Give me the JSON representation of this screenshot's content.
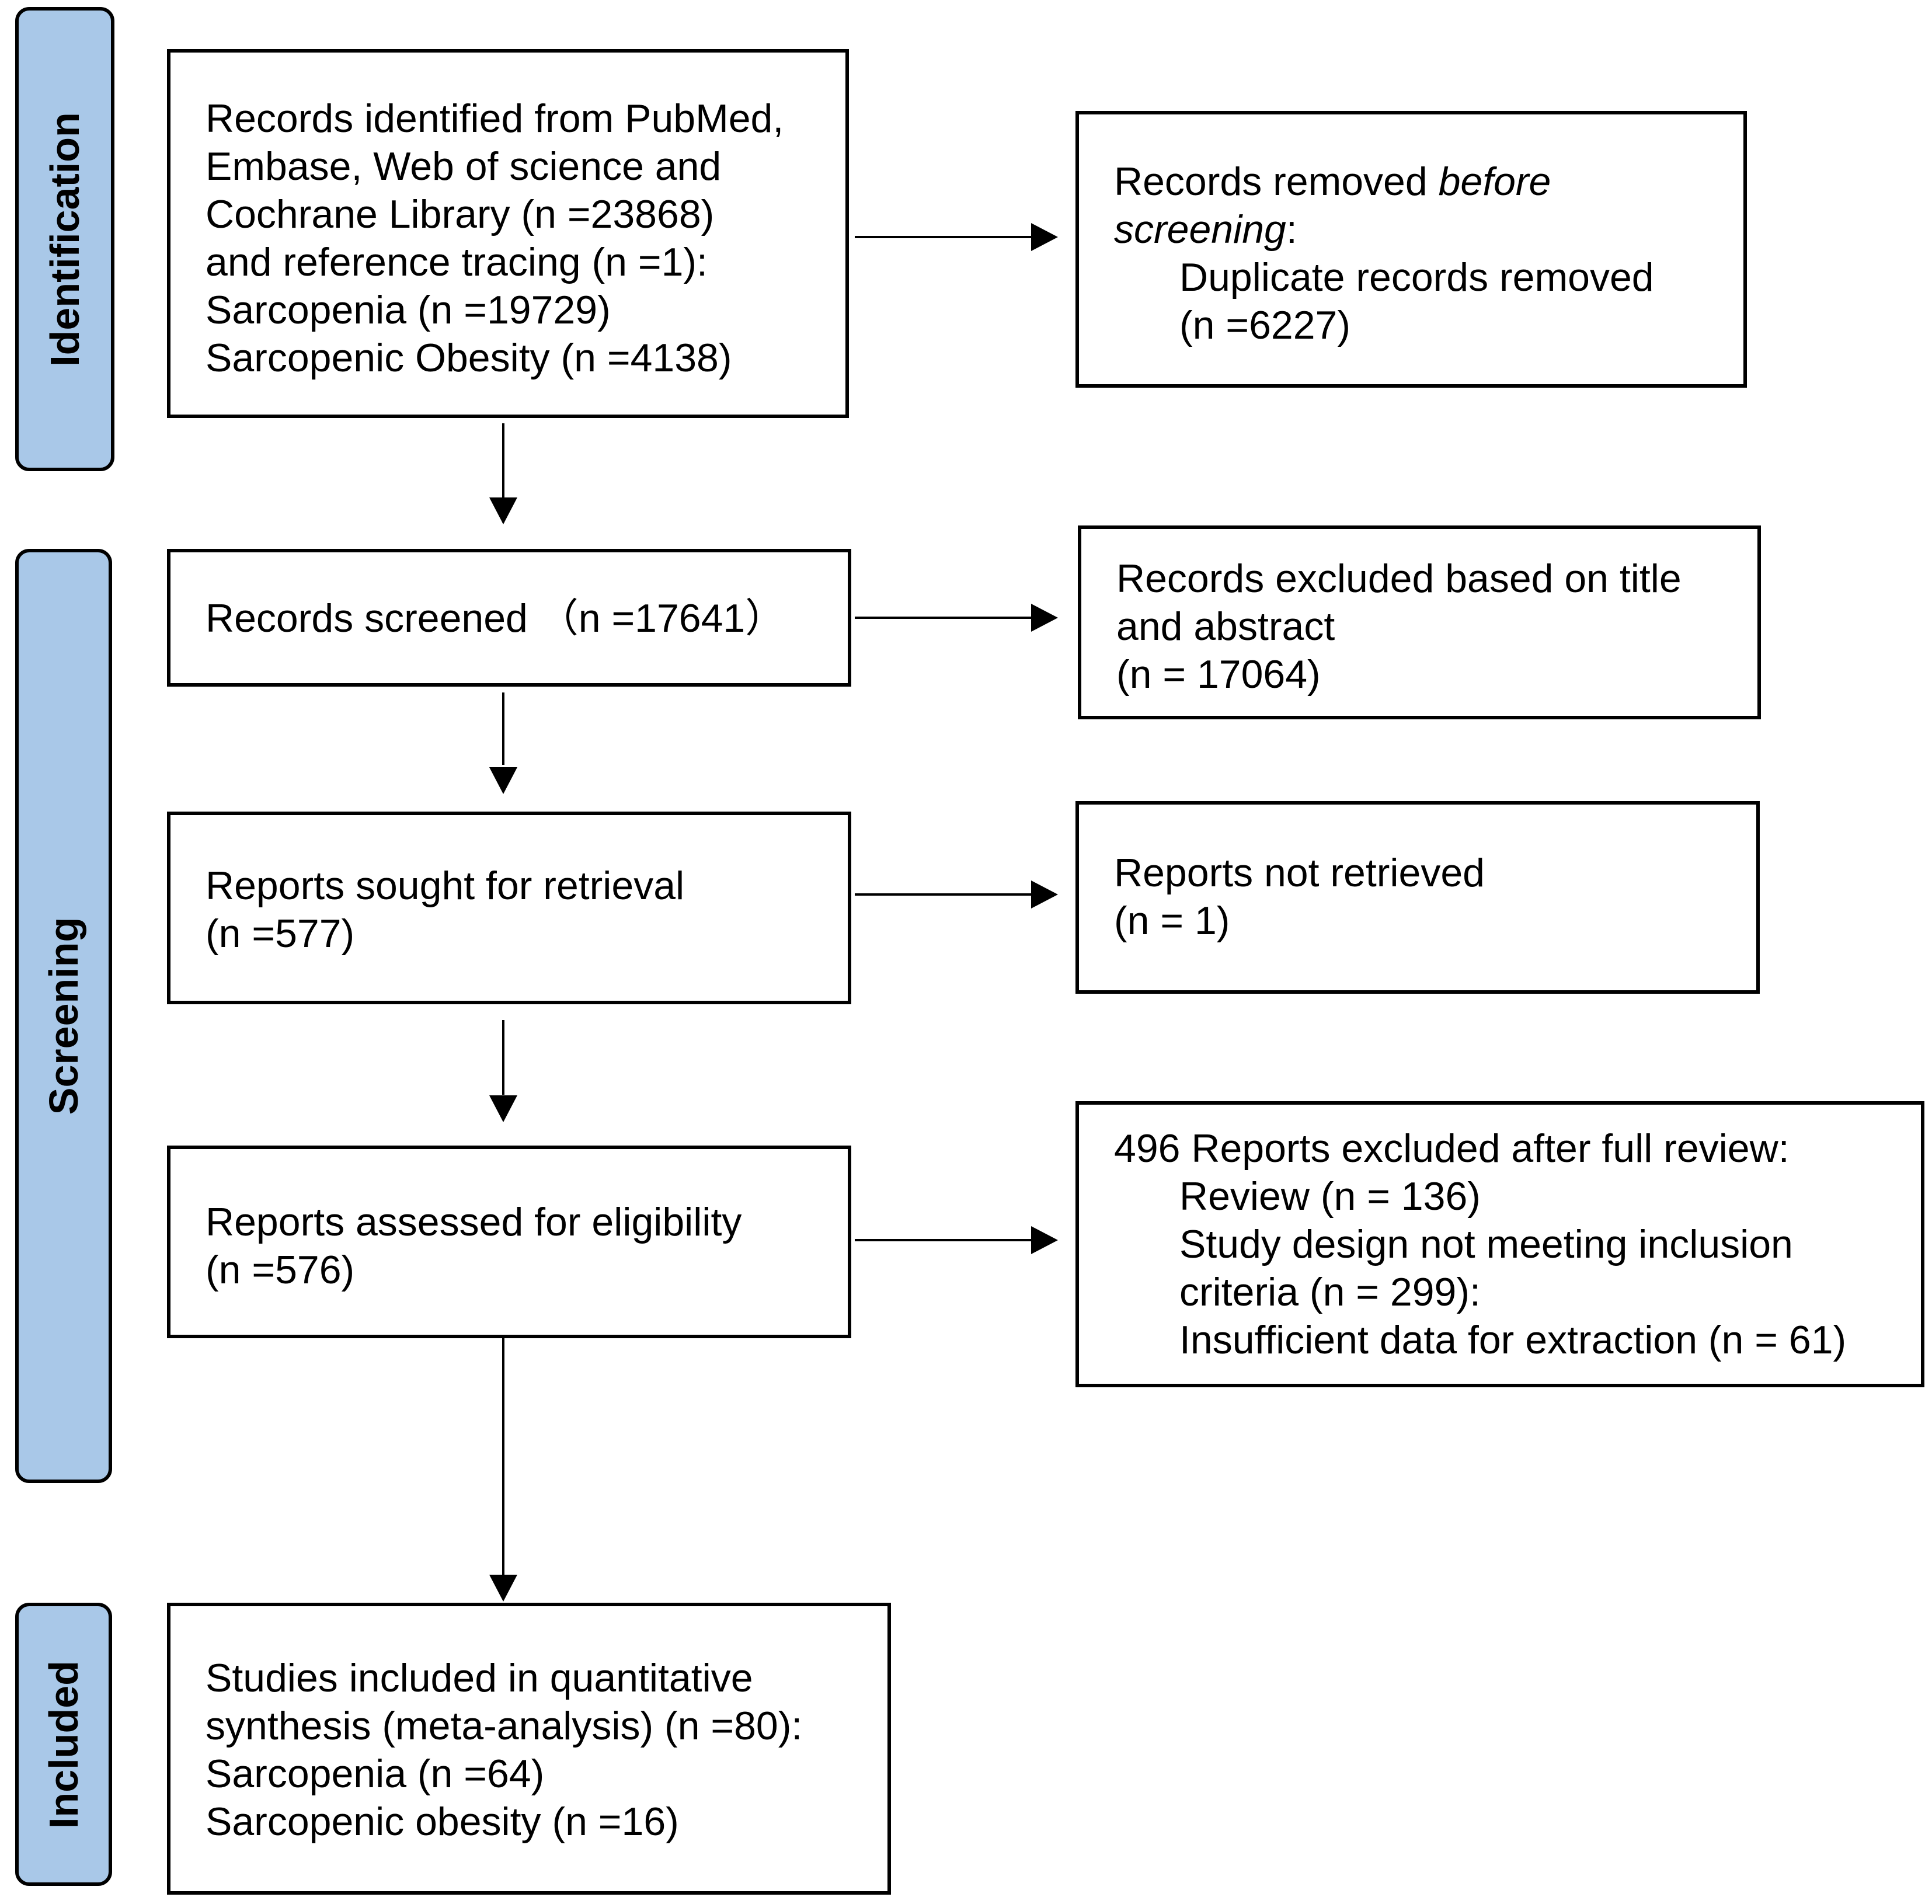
{
  "phases": {
    "identification": "Identification",
    "screening": "Screening",
    "included": "Included"
  },
  "identification_box": {
    "lines": [
      "Records identified from PubMed,",
      "Embase, Web of science and",
      "Cochrane Library (n =23868)",
      "and reference tracing (n =1):",
      "Sarcopenia (n =19729)",
      "Sarcopenic Obesity (n =4138)"
    ]
  },
  "removed_box": {
    "line1_prefix": "Records removed ",
    "line1_italic": "before",
    "line2_italic": "screening",
    "line2_suffix": ":",
    "line3": "Duplicate records removed",
    "line4": "(n =6227)"
  },
  "screened_box": {
    "line1": "Records screened （n =17641）"
  },
  "excluded_title_box": {
    "lines": [
      "Records excluded based on title",
      "and abstract",
      "(n = 17064)"
    ]
  },
  "sought_box": {
    "lines": [
      "Reports sought for retrieval",
      "(n =577)"
    ]
  },
  "not_retrieved_box": {
    "lines": [
      "Reports not retrieved",
      "(n = 1)"
    ]
  },
  "assessed_box": {
    "lines": [
      "Reports assessed for eligibility",
      "(n =576)"
    ]
  },
  "excluded_full_box": {
    "heading": "496 Reports excluded after full review:",
    "items": [
      "Review (n = 136)",
      "Study design not meeting inclusion",
      "criteria (n = 299):",
      "Insufficient data for extraction (n = 61)"
    ]
  },
  "included_box": {
    "lines": [
      "Studies included in quantitative",
      "synthesis (meta-analysis) (n =80):",
      "Sarcopenia (n =64)",
      "Sarcopenic obesity (n =16)"
    ]
  }
}
